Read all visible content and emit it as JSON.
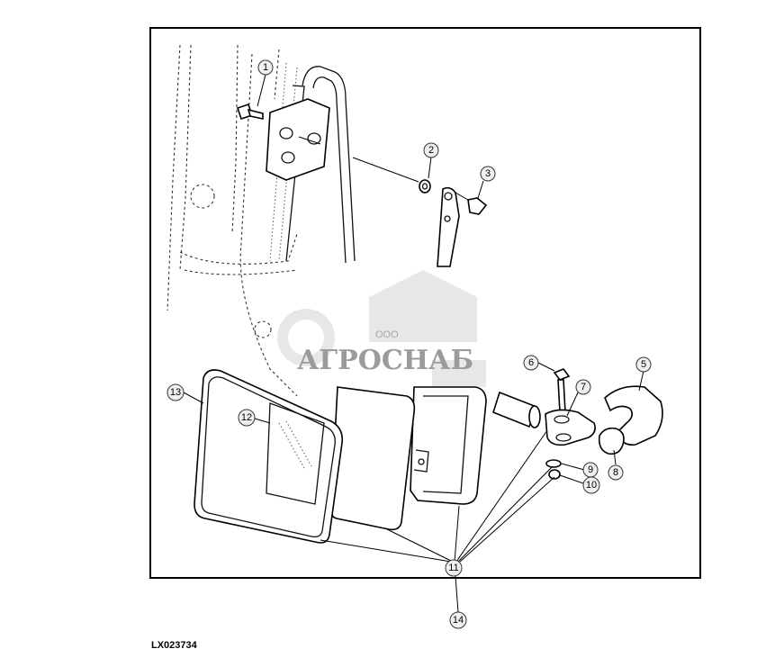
{
  "figure_id": "LX023734",
  "watermark": {
    "small": "ООО",
    "brand": "АГРОСНАБ"
  },
  "callouts": {
    "c1": "1",
    "c2": "2",
    "c3": "3",
    "c5": "5",
    "c6": "6",
    "c7": "7",
    "c8": "8",
    "c9": "9",
    "c10": "10",
    "c11": "11",
    "c12": "12",
    "c13": "13",
    "c14": "14"
  }
}
